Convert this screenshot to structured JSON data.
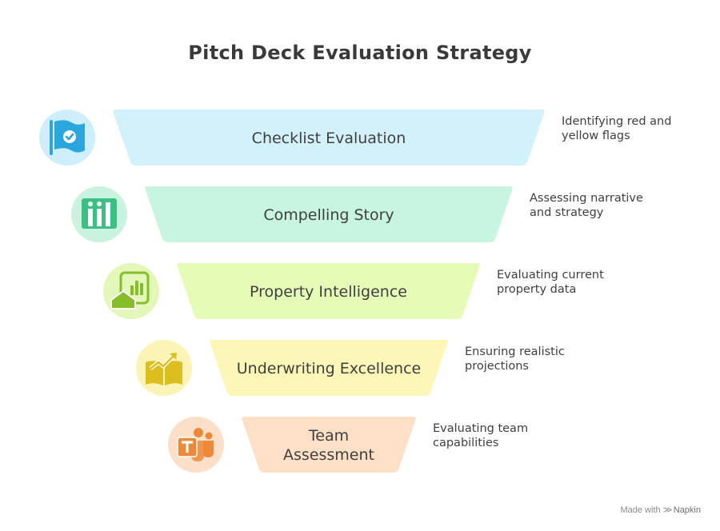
{
  "title": "Pitch Deck Evaluation Strategy",
  "stages": [
    {
      "label_lines": [
        "Checklist Evaluation"
      ],
      "description_lines": [
        "Identifying red and",
        "yellow flags"
      ],
      "fill": "#d3f1fb",
      "icon_bg": "#cdeefa",
      "icon_color": "#2aa6dd",
      "icon": "flag-check-icon"
    },
    {
      "label_lines": [
        "Compelling Story"
      ],
      "description_lines": [
        "Assessing narrative",
        "and strategy"
      ],
      "fill": "#c8f5df",
      "icon_bg": "#c9f3df",
      "icon_color": "#3bbf83",
      "icon": "bookshelf-icon"
    },
    {
      "label_lines": [
        "Property Intelligence"
      ],
      "description_lines": [
        "Evaluating current",
        "property data"
      ],
      "fill": "#e5fbb6",
      "icon_bg": "#e2f7b8",
      "icon_color": "#86bd2b",
      "icon": "house-chart-icon"
    },
    {
      "label_lines": [
        "Underwriting Excellence"
      ],
      "description_lines": [
        "Ensuring realistic",
        "projections"
      ],
      "fill": "#fdf7b7",
      "icon_bg": "#fcf4b4",
      "icon_color": "#dcbf1f",
      "icon": "book-growth-icon"
    },
    {
      "label_lines": [
        "Team",
        "Assessment"
      ],
      "description_lines": [
        "Evaluating team",
        "capabilities"
      ],
      "fill": "#fde0c6",
      "icon_bg": "#fcdfc8",
      "icon_color": "#ec8a3a",
      "icon": "teams-icon"
    }
  ],
  "footer": {
    "prefix": "Made with",
    "brand": "Napkin"
  }
}
